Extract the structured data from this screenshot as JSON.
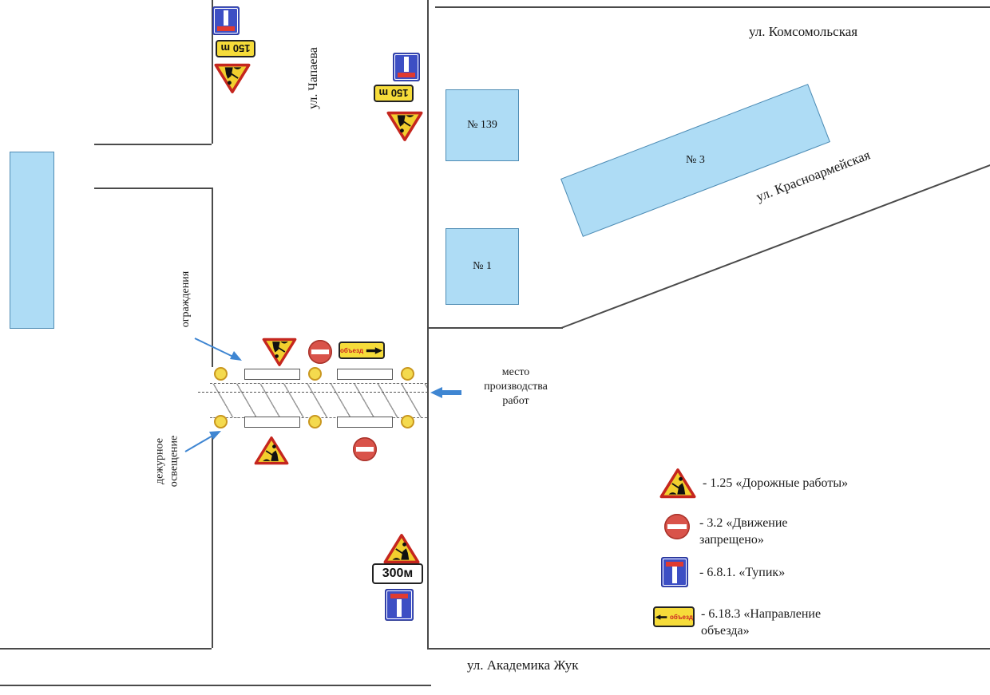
{
  "streets": {
    "komsomolskaya": "ул. Комсомольская",
    "chapaeva": "ул. Чапаева",
    "krasnoarmeyskaya": "ул. Красноармейская",
    "akademika_zhuk": "ул. Академика Жук"
  },
  "buildings": {
    "b139": "№ 139",
    "b1": "№ 1",
    "b3": "№ 3"
  },
  "plates": {
    "dist_150": "150 m",
    "dist_300": "300м",
    "detour_text": "объезд"
  },
  "callouts": {
    "fences": "ограждения",
    "duty_lighting": "дежурное освещение",
    "work_site": "место производства работ"
  },
  "legend": {
    "items": [
      {
        "sign": "roadworks-triangle",
        "label": "- 1.25 «Дорожные работы»"
      },
      {
        "sign": "no-entry-circle",
        "label": "- 3.2 «Движение запрещено»"
      },
      {
        "sign": "dead-end",
        "label": "- 6.8.1. «Тупик»"
      },
      {
        "sign": "detour-plate",
        "label": "- 6.18.3 «Направление объезда»"
      }
    ]
  },
  "colors": {
    "building_fill": "#aedcf5",
    "sign_blue": "#3d4fc4",
    "sign_red": "#d9534a",
    "plate_yellow": "#f6dc3a",
    "lamp_yellow": "#f4da4e",
    "callout_blue": "#3f86d2"
  }
}
